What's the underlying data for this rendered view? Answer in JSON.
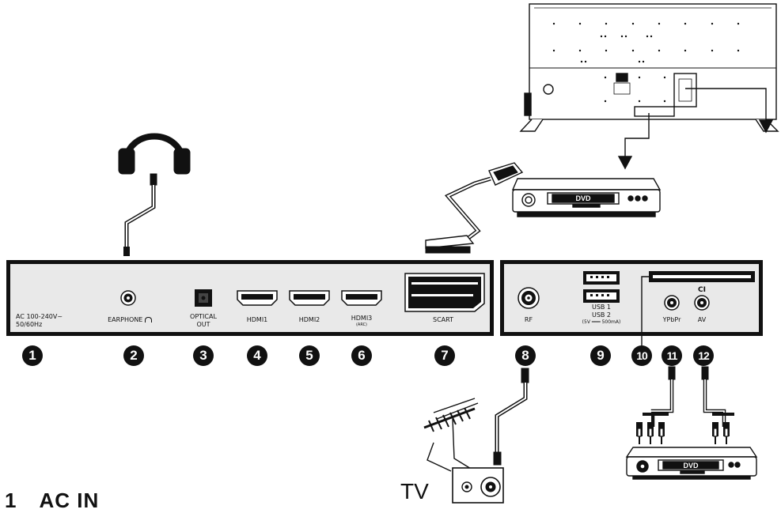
{
  "panel_left": {
    "ports": [
      {
        "id": "ac",
        "lines": [
          "AC 100-240V~",
          "50/60Hz"
        ]
      },
      {
        "id": "earphone",
        "lines": [
          "EARPHONE"
        ]
      },
      {
        "id": "optical",
        "lines": [
          "OPTICAL",
          "OUT"
        ]
      },
      {
        "id": "hdmi1",
        "lines": [
          "HDMI1"
        ]
      },
      {
        "id": "hdmi2",
        "lines": [
          "HDMI2"
        ]
      },
      {
        "id": "hdmi3",
        "lines": [
          "HDMI3",
          "(ARC)"
        ]
      },
      {
        "id": "scart",
        "lines": [
          "SCART"
        ]
      }
    ]
  },
  "panel_right": {
    "ports": [
      {
        "id": "rf",
        "lines": [
          "RF"
        ]
      },
      {
        "id": "usb",
        "lines": [
          "USB 1",
          "USB 2",
          "(5V ═══ 500mA)"
        ]
      },
      {
        "id": "ypbpr",
        "lines": [
          "YPbPr"
        ]
      },
      {
        "id": "av",
        "lines": [
          "AV"
        ]
      }
    ],
    "ci_label": "CI"
  },
  "numbers": [
    "1",
    "2",
    "3",
    "4",
    "5",
    "6",
    "7",
    "8",
    "9",
    "10",
    "11",
    "12"
  ],
  "dvd_label": "DVD",
  "tv_label": "TV",
  "heading": {
    "num": "1",
    "text": "AC IN"
  }
}
